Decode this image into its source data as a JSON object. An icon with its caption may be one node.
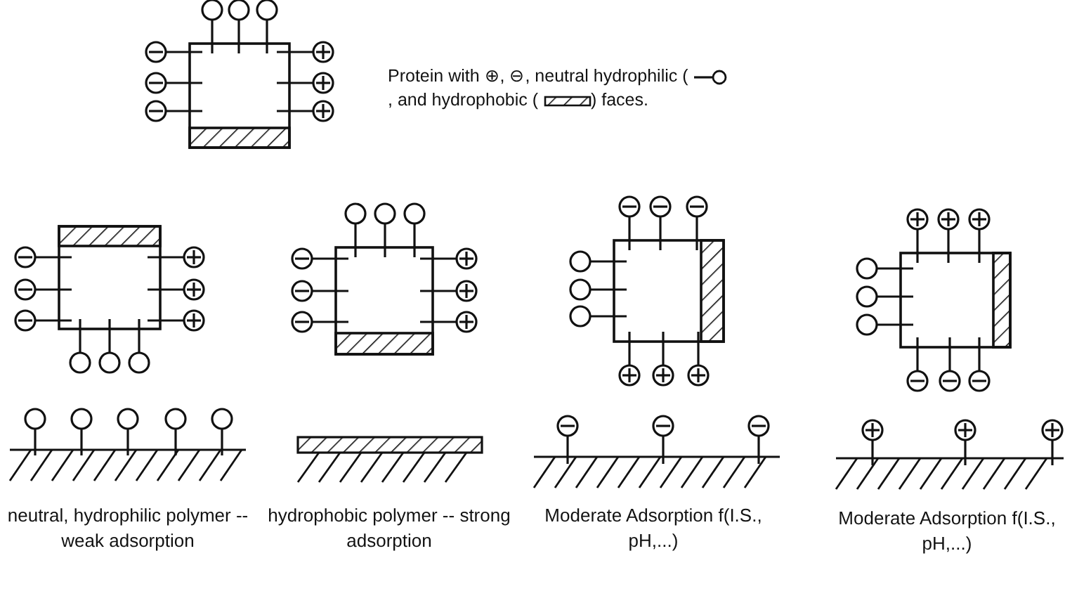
{
  "diagram": {
    "labels": [
      "Protein with ⊕, ⊖, neutral hydrophilic (",
      ", and hydrophobic (",
      ") faces.",
      "neutral, hydrophilic polymer -- weak adsorption",
      "hydrophobic polymer -- strong adsorption",
      "Moderate Adsorption f(I.S., pH,...)",
      "Moderate Adsorption f(I.S., pH,...)"
    ]
  }
}
